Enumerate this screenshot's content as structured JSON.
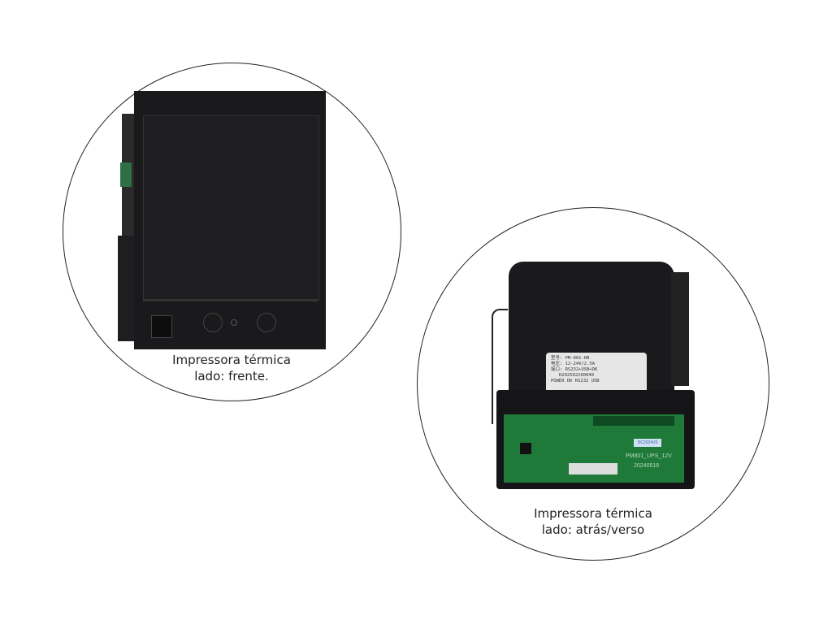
{
  "products": [
    {
      "caption_line1": "Impressora térmica",
      "caption_line2": "lado: frente."
    },
    {
      "caption_line1": "Impressora térmica",
      "caption_line2": "lado: atrás/verso",
      "label": {
        "model": "型号: PM-001-HB",
        "voltage": "电压: 12-24V/2.5A",
        "interface": "接口: RS232+USB+DK",
        "serial": "D202502260040",
        "ports": "POWER  DK  RS232  USB"
      },
      "board": {
        "name": "PM801_UPS_12V",
        "date": "20240518",
        "sticker": "DC2024V5"
      }
    }
  ],
  "colors": {
    "body": "#1a1a1c",
    "board": "#1f7a3a",
    "label": "#e6e6e6"
  }
}
